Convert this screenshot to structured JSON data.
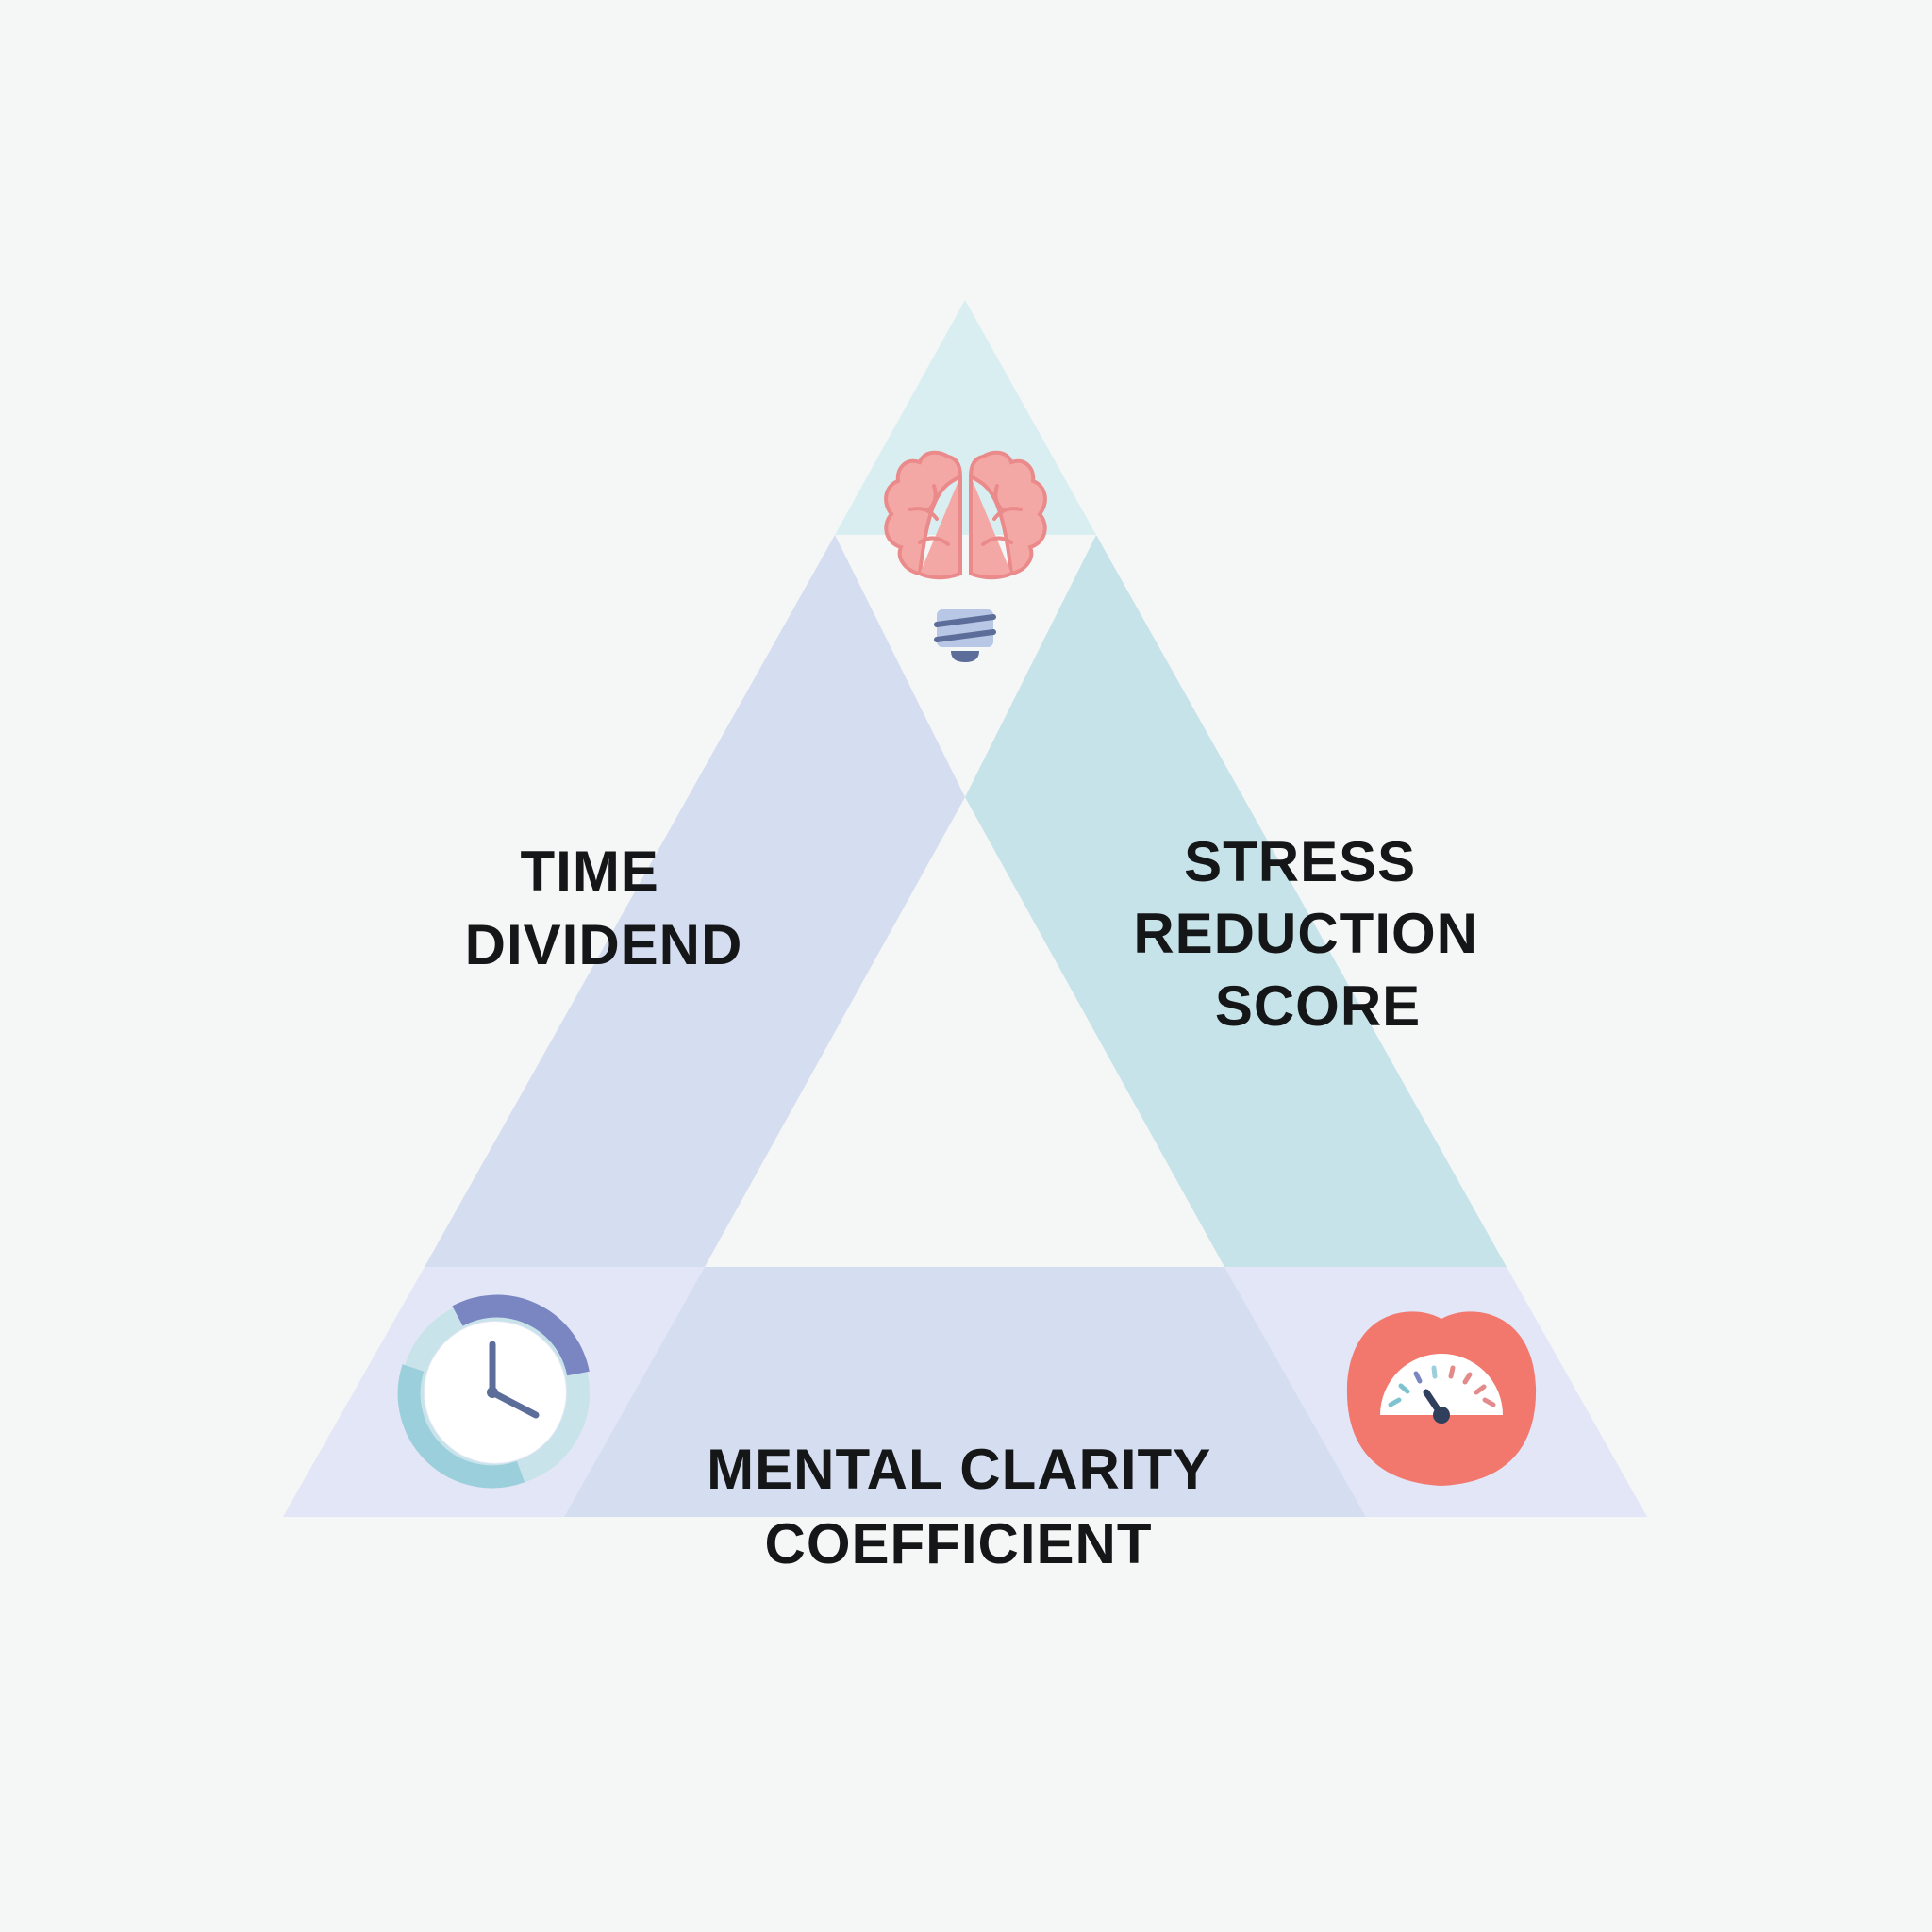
{
  "diagram": {
    "labels": {
      "time_dividend": [
        "TIME",
        "DIVIDEND"
      ],
      "stress_reduction_score": [
        "STRESS",
        "REDUCTION",
        "SCORE"
      ],
      "mental_clarity_coefficient": [
        "MENTAL CLARITY",
        "COEFFICIENT"
      ]
    },
    "icons": {
      "top": "brain-lightbulb-icon",
      "bottom_left": "clock-icon",
      "bottom_right": "heart-gauge-icon"
    },
    "colors": {
      "background": "#f5f6f6",
      "left_band": "#d5ddf0",
      "right_band": "#c6e3e9",
      "bottom_band": "#d5ddf0",
      "top_corner": "#d9eef1",
      "bottom_corners": "#e2e6f6",
      "brain": "#f4a8a6",
      "heart": "#f2786e",
      "clock_accent": "#7a86c2",
      "clock_light": "#9ccfdc"
    }
  }
}
